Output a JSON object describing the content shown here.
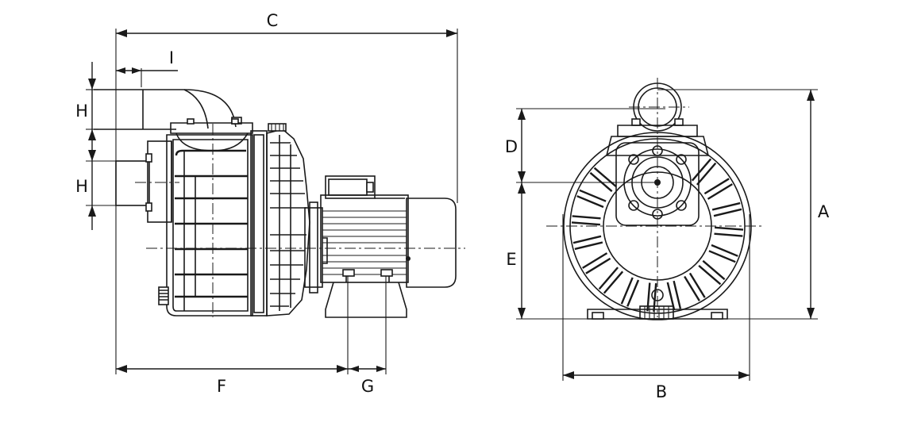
{
  "dimension_labels": {
    "a": "A",
    "b": "B",
    "c": "C",
    "d": "D",
    "e": "E",
    "f": "F",
    "g": "G",
    "h_top": "H",
    "h_bottom": "H",
    "i": "I"
  },
  "colors": {
    "line": "#1a1a1a",
    "background": "#ffffff"
  }
}
